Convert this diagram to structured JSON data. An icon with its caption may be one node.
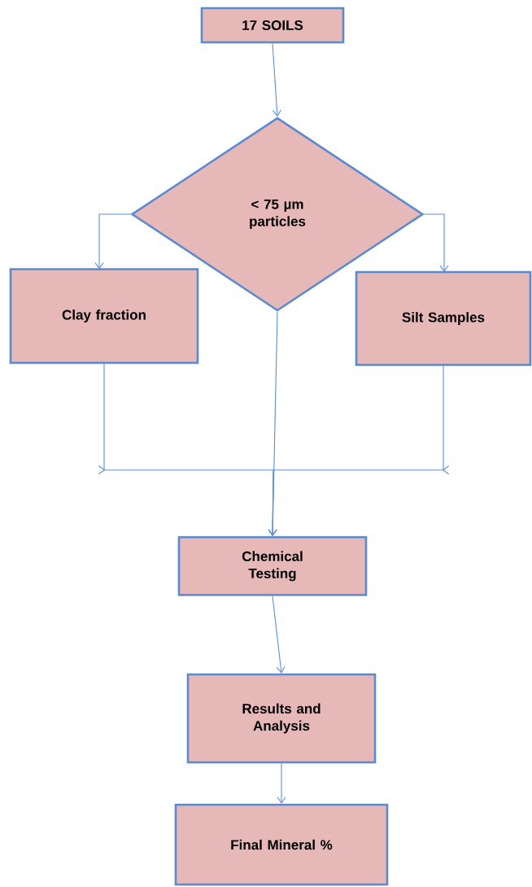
{
  "diagram": {
    "nodes": [
      {
        "text": [
          "17 SOILS"
        ]
      },
      {
        "text": [
          "< 75 µm particles"
        ]
      },
      {
        "text": [
          "Clay fraction"
        ]
      },
      {
        "text": [
          "Silt Samples"
        ]
      },
      {
        "text": [
          "Chemical Testing"
        ]
      },
      {
        "text": [
          "Results and Analysis"
        ]
      },
      {
        "text": [
          "Final Mineral %"
        ]
      }
    ],
    "edges": [
      {
        "from": 0,
        "to": 1,
        "arrow": "to"
      },
      {
        "from": 1,
        "to": 2,
        "arrow": "to"
      },
      {
        "from": 1,
        "to": 3,
        "arrow": "to"
      },
      {
        "from": 1,
        "to": 4,
        "arrow": "to"
      },
      {
        "from": 2,
        "to": 4,
        "arrow": "to"
      },
      {
        "from": 3,
        "to": 4,
        "arrow": "to"
      },
      {
        "from": 4,
        "to": 5,
        "arrow": "to"
      },
      {
        "from": 5,
        "to": 6,
        "arrow": "to"
      }
    ]
  }
}
